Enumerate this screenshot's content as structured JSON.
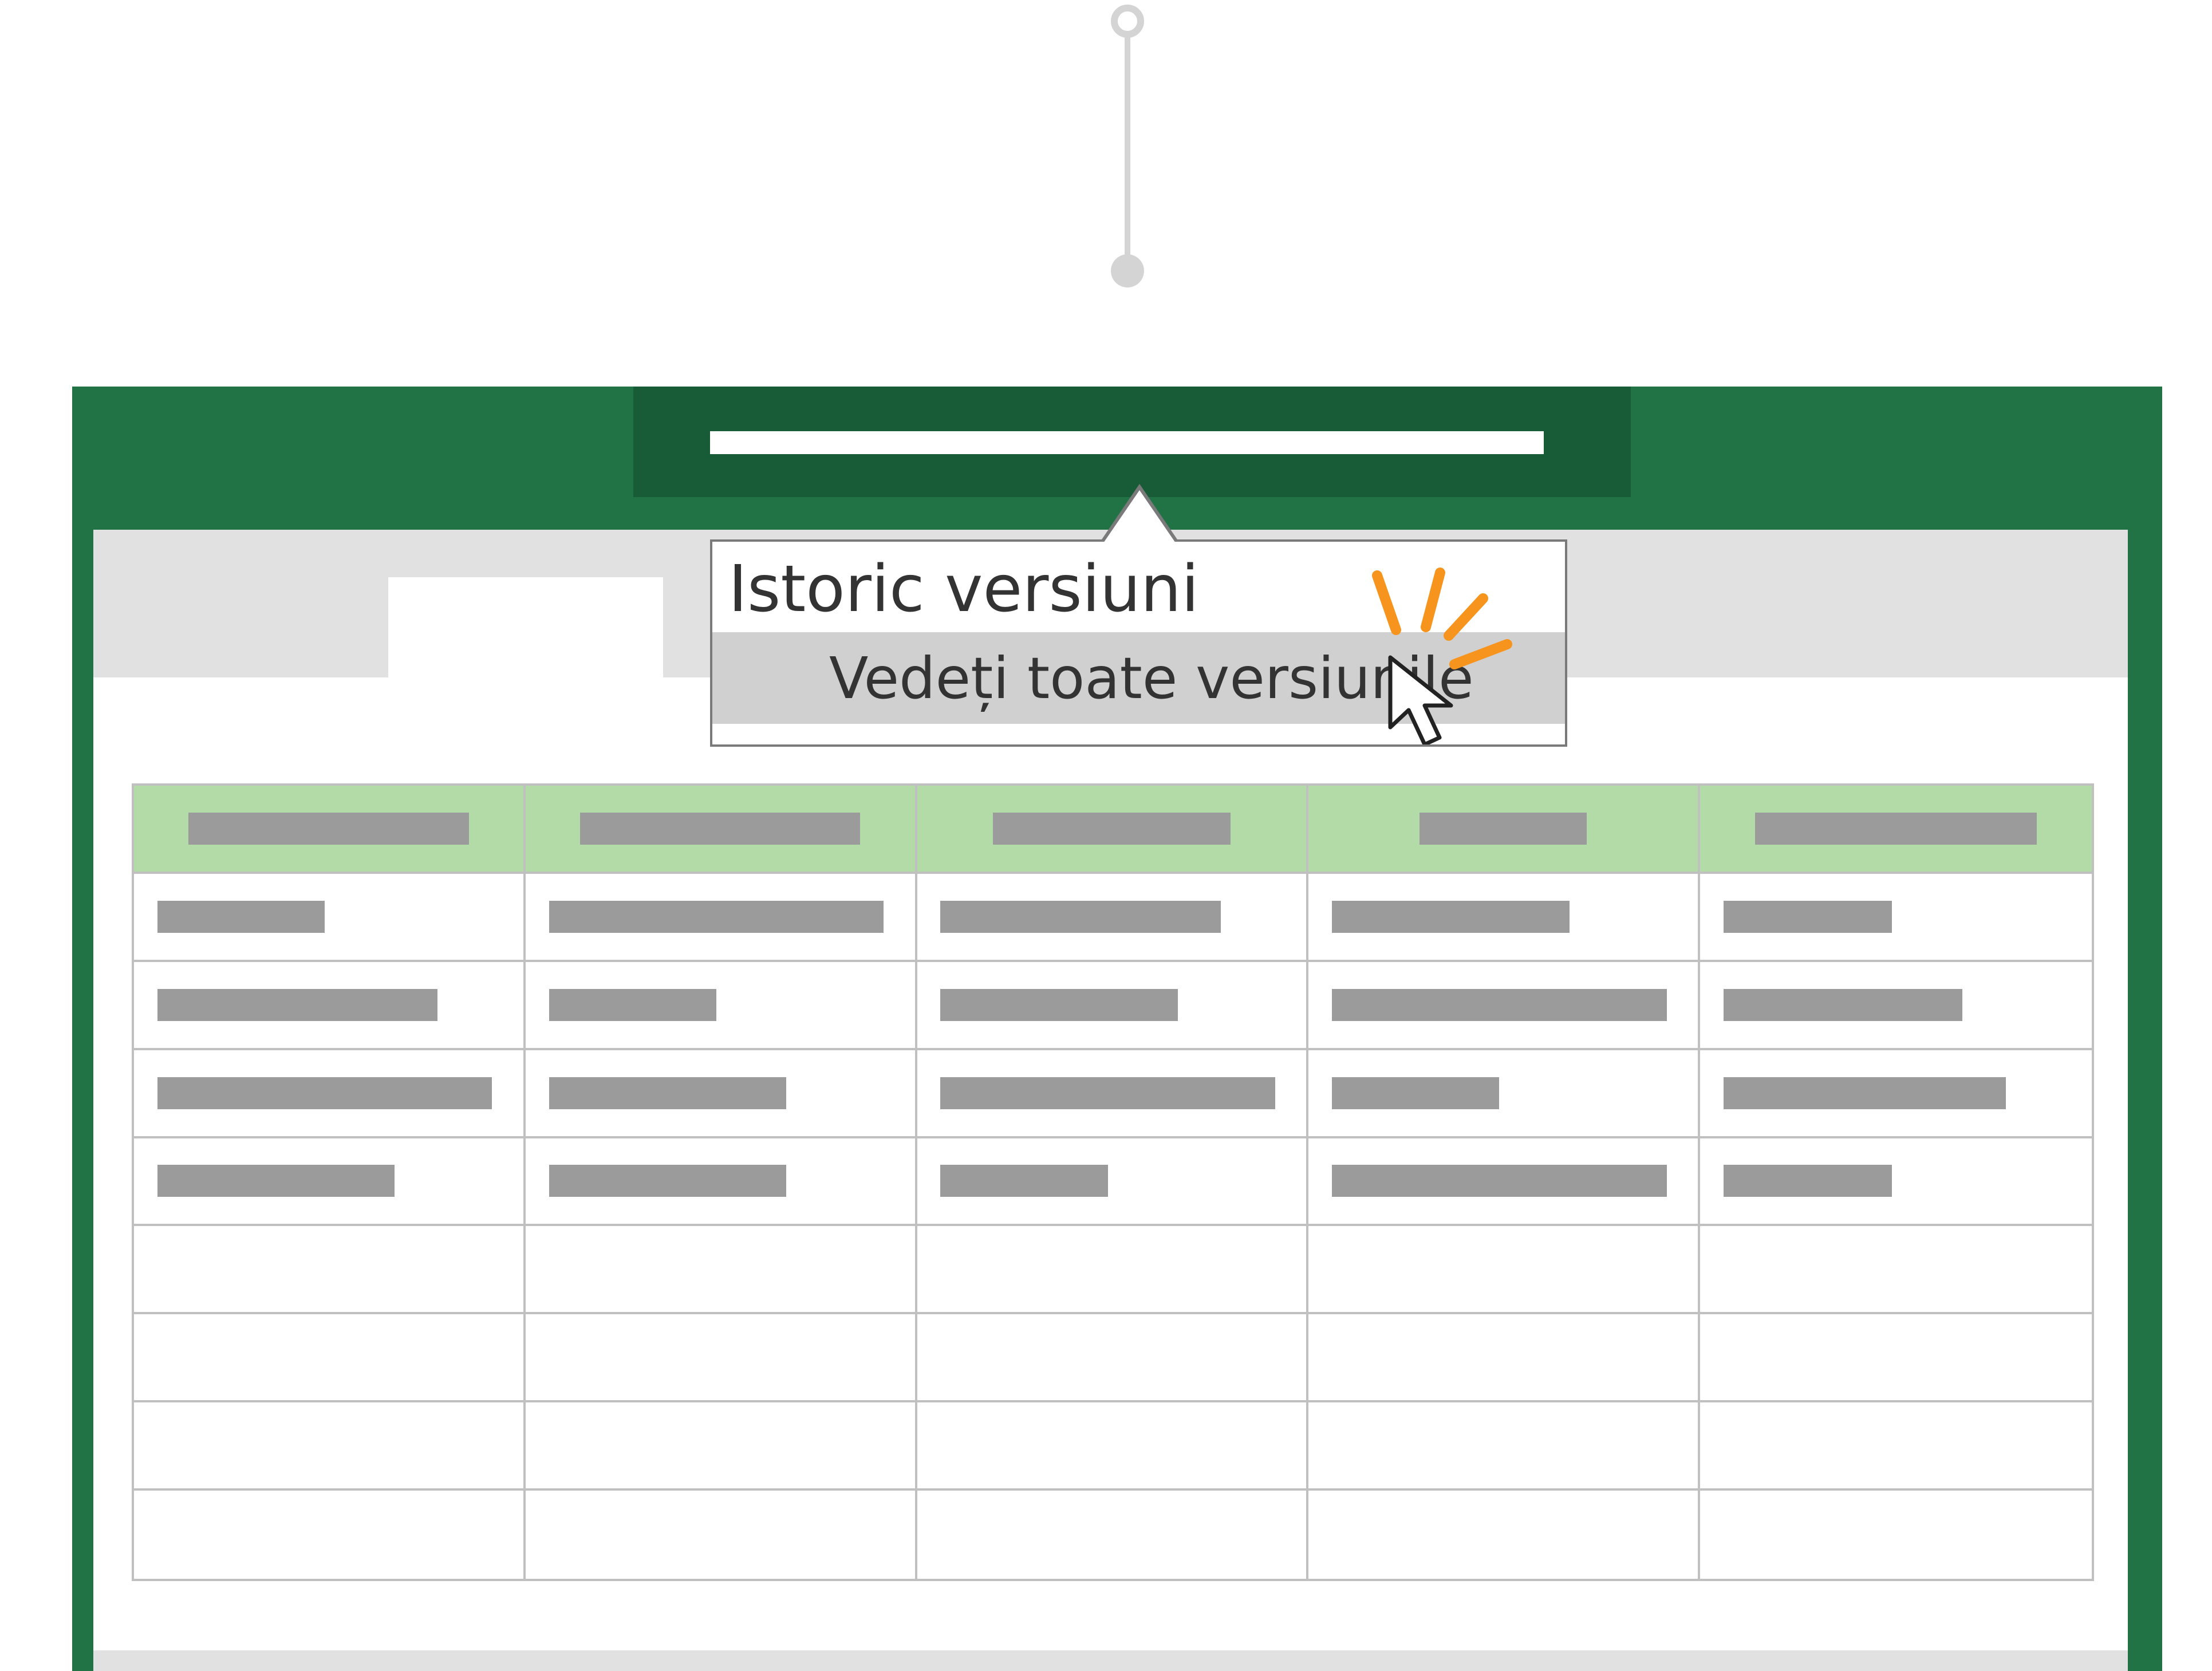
{
  "popup": {
    "title": "Istoric versiuni",
    "item_label": "Vedeți toate versiunile"
  },
  "colors": {
    "accent": "#217346",
    "title_bar": "#185c37",
    "header_fill": "#b3dba8",
    "spark": "#f7941d",
    "placeholder": "#9b9b9b"
  },
  "icons": [
    "pin-icon",
    "mouse-cursor-icon",
    "click-sparks-icon"
  ],
  "grid": {
    "columns": 5,
    "rows": 9,
    "header_placeholder_widths": [
      0.72,
      0.72,
      0.61,
      0.43,
      0.72
    ],
    "placeholder_widths": [
      [
        0.43,
        0.86,
        0.72,
        0.61,
        0.43
      ],
      [
        0.72,
        0.43,
        0.61,
        0.86,
        0.61
      ],
      [
        0.86,
        0.61,
        0.86,
        0.43,
        0.72
      ],
      [
        0.61,
        0.61,
        0.43,
        0.86,
        0.43
      ]
    ]
  }
}
